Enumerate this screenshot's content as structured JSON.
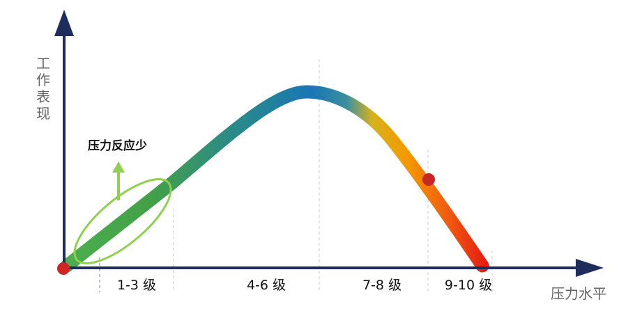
{
  "diagram": {
    "y_axis_label": "工作表现",
    "x_axis_label": "压力水平",
    "bands": [
      {
        "label": "1-3 级"
      },
      {
        "label": "4-6 级"
      },
      {
        "label": "7-8 级"
      },
      {
        "label": "9-10 级"
      }
    ],
    "annotation": "压力反应少",
    "colors": {
      "axis": "#1f2d5c",
      "curve_start": "#4caf50",
      "curve_middle": "#1976b5",
      "curve_warm": "#f59a00",
      "curve_end": "#e31313",
      "highlight": "#8fd14f",
      "marker": "#c62828"
    }
  }
}
